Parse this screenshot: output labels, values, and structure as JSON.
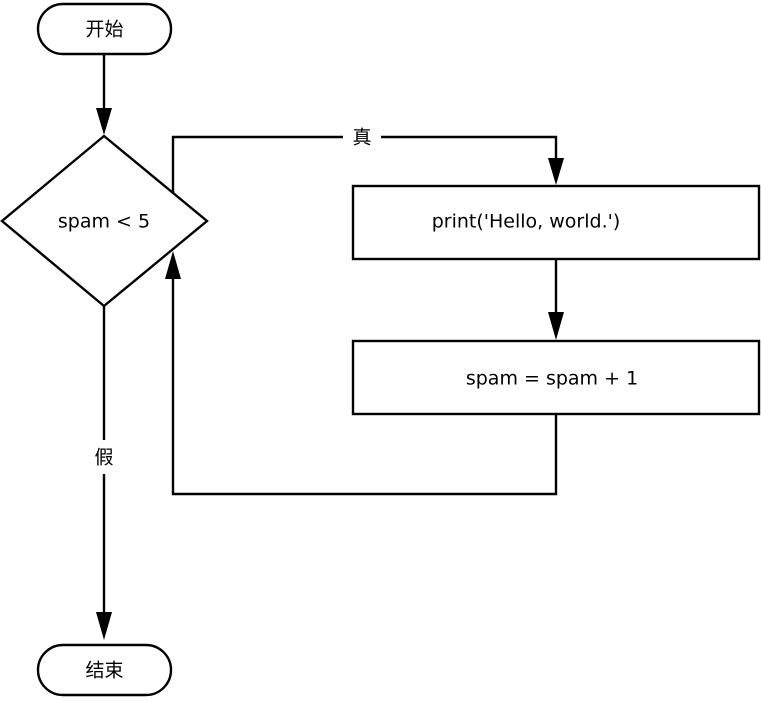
{
  "nodes": {
    "start": {
      "label": "开始"
    },
    "condition": {
      "label": "spam < 5"
    },
    "print_step": {
      "label": "print('Hello, world.')"
    },
    "increment": {
      "label": "spam = spam + 1"
    },
    "end": {
      "label": "结束"
    }
  },
  "edges": {
    "true_label": "真",
    "false_label": "假"
  }
}
